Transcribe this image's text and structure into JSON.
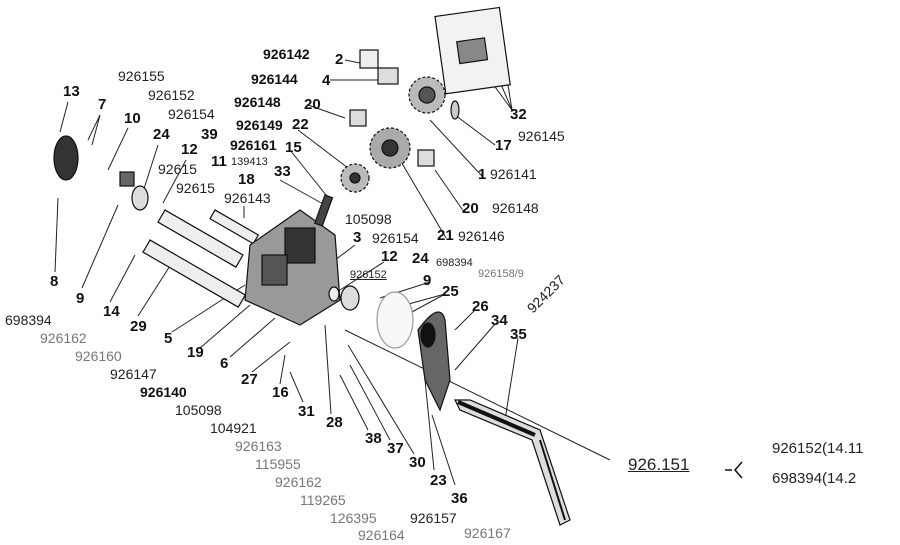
{
  "callouts": [
    "13",
    "7",
    "10",
    "24",
    "12",
    "39",
    "11",
    "18",
    "33",
    "15",
    "22",
    "20",
    "4",
    "2",
    "3",
    "12",
    "24",
    "9",
    "25",
    "26",
    "34",
    "35",
    "8",
    "9",
    "14",
    "29",
    "5",
    "19",
    "6",
    "27",
    "16",
    "31",
    "28",
    "38",
    "37",
    "30",
    "23",
    "36",
    "32",
    "17",
    "1",
    "20",
    "21"
  ],
  "part_numbers": [
    "926142",
    "926144",
    "926148",
    "926149",
    "926161",
    "139413",
    "926143",
    "926155",
    "926152",
    "926154",
    "92615",
    "92615",
    "105098",
    "926154",
    "926152",
    "698394",
    "926158/9",
    "924237",
    "926145",
    "926141",
    "926148",
    "926146",
    "698394",
    "926162",
    "926160",
    "926147",
    "926140",
    "105098",
    "104921",
    "926163",
    "115955",
    "926162",
    "119265",
    "126395",
    "926164",
    "926157",
    "926167"
  ],
  "assembly": {
    "number": "926.151",
    "variants": [
      "926152(14.11",
      "698394(14.2"
    ]
  }
}
